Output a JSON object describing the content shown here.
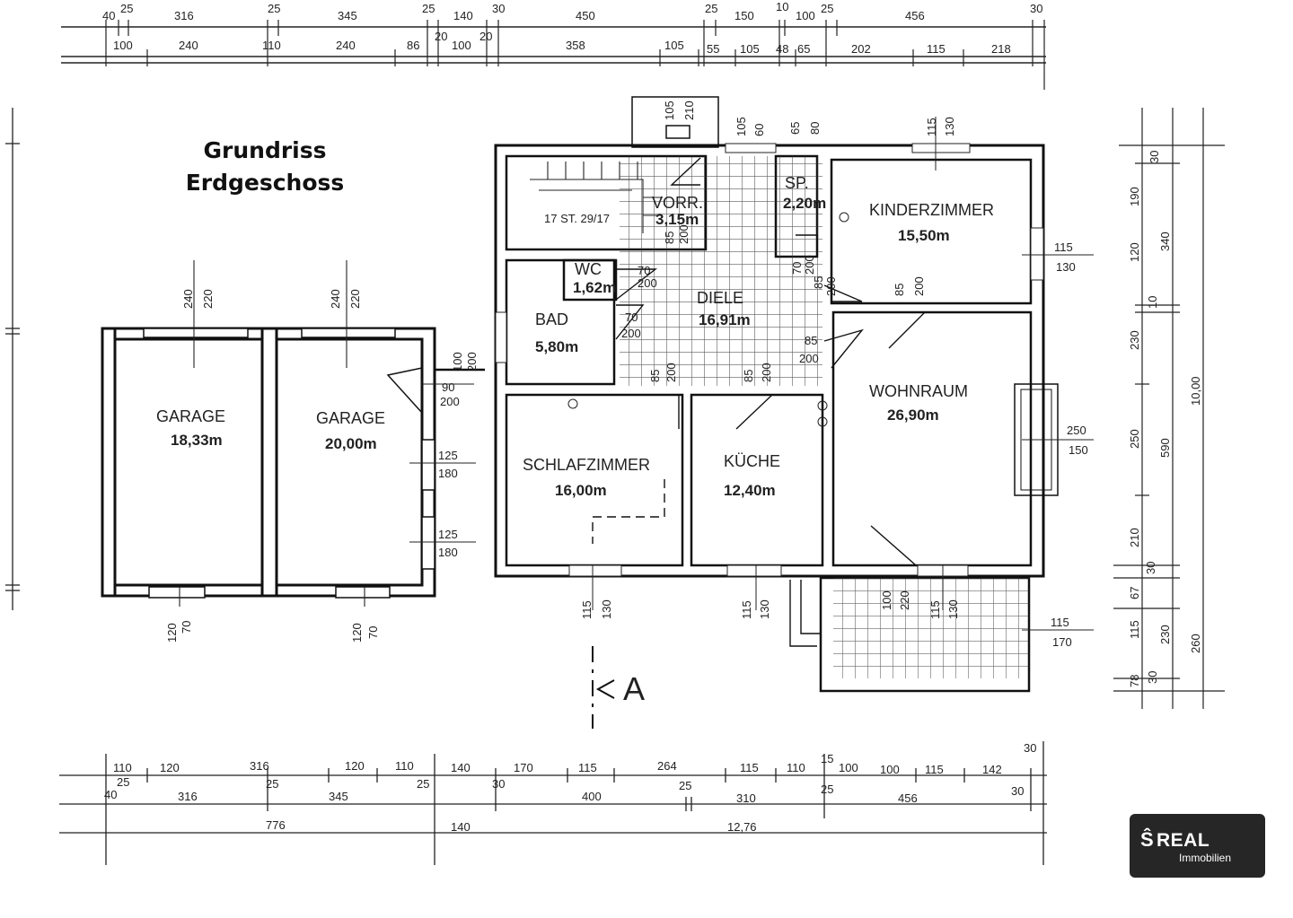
{
  "title": {
    "line1": "Grundriss",
    "line2": "Erdgeschoss"
  },
  "logo": {
    "brand": "REAL",
    "subtitle": "Immobilien",
    "brand_color": "#262626"
  },
  "section_marker": "A",
  "rooms": {
    "garage1": {
      "name": "GARAGE",
      "area": "18,33m"
    },
    "garage2": {
      "name": "GARAGE",
      "area": "20,00m"
    },
    "vorr": {
      "name": "VORR.",
      "area": "3,15m"
    },
    "stairs": "17 ST. 29/17",
    "sp": {
      "name": "SP.",
      "area": "2,20m"
    },
    "kinderzimmer": {
      "name": "KINDERZIMMER",
      "area": "15,50m"
    },
    "wc": {
      "name": "WC",
      "area": "1,62m"
    },
    "bad": {
      "name": "BAD",
      "area": "5,80m"
    },
    "diele": {
      "name": "DIELE",
      "area": "16,91m"
    },
    "wohnraum": {
      "name": "WOHNRAUM",
      "area": "26,90m"
    },
    "schlafzimmer": {
      "name": "SCHLAFZIMMER",
      "area": "16,00m"
    },
    "kueche": {
      "name": "KÜCHE",
      "area": "12,40m"
    }
  },
  "dims": {
    "top_row1": [
      "40",
      "25",
      "316",
      "25",
      "345",
      "25",
      "140",
      "30",
      "450",
      "25",
      "150",
      "10",
      "100",
      "25",
      "456",
      "30"
    ],
    "top_row2": [
      "100",
      "240",
      "110",
      "240",
      "86",
      "20",
      "100",
      "20",
      "358",
      "105",
      "55",
      "105",
      "48",
      "65",
      "202",
      "115",
      "218"
    ],
    "bottom_row1": [
      "110",
      "120",
      "316",
      "120",
      "110",
      "140",
      "170",
      "115",
      "264",
      "115",
      "110",
      "15",
      "100",
      "100",
      "115",
      "142",
      "30"
    ],
    "bottom_row2": [
      "40",
      "25",
      "316",
      "25",
      "345",
      "25",
      "30",
      "400",
      "25",
      "310",
      "25",
      "456",
      "30"
    ],
    "bottom_row3": [
      "776",
      "140",
      "12,76"
    ],
    "right_a": [
      "30",
      "190",
      "120",
      "10",
      "230",
      "250",
      "210",
      "30",
      "67",
      "115",
      "78",
      "30"
    ],
    "right_b": [
      "340",
      "590",
      "230"
    ],
    "right_c": [
      "10,00",
      "260"
    ],
    "openings": {
      "g1_top": [
        "240",
        "220"
      ],
      "g2_top": [
        "240",
        "220"
      ],
      "g1_bottom": [
        "120",
        "70"
      ],
      "g2_bottom": [
        "120",
        "70"
      ],
      "g2_door": [
        "90",
        "200"
      ],
      "g2_win1": [
        "125",
        "180"
      ],
      "g2_win2": [
        "125",
        "180"
      ],
      "link": [
        "100",
        "200"
      ],
      "chimney": [
        "105",
        "210"
      ],
      "diele_top": [
        "105",
        "60"
      ],
      "sp_top": [
        "65",
        "80"
      ],
      "kinder_top": [
        "115",
        "130"
      ],
      "kinder_right": [
        "115",
        "130"
      ],
      "kinder_door": [
        "85",
        "200"
      ],
      "vorr_door": [
        "85",
        "200"
      ],
      "wc_door": [
        "70",
        "200"
      ],
      "bad_door": [
        "70",
        "200"
      ],
      "sp_door": [
        "70",
        "200"
      ],
      "sp_door2": [
        "85",
        "200"
      ],
      "wohn_door": [
        "85",
        "200"
      ],
      "schlaf_door": [
        "85",
        "200"
      ],
      "kueche_door": [
        "85",
        "200"
      ],
      "wohn_window": [
        "250",
        "150"
      ],
      "schlaf_bottom": [
        "115",
        "130"
      ],
      "kueche_bottom": [
        "115",
        "130"
      ],
      "terrace_door": [
        "100",
        "220"
      ],
      "wohn_bottom": [
        "115",
        "130"
      ],
      "terrace_right": [
        "115",
        "170"
      ]
    }
  }
}
